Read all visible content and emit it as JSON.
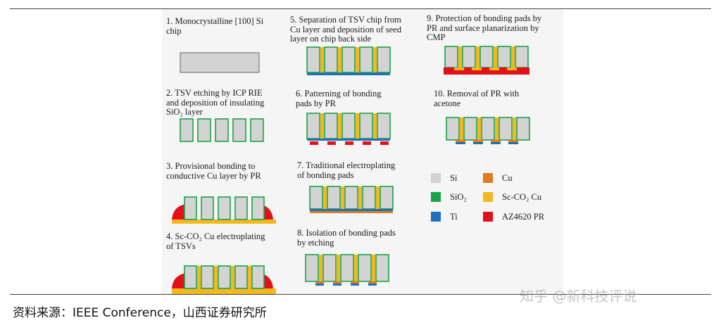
{
  "steps": [
    {
      "id": 1,
      "title": "1. Monocrystalline [100] Si\nchip",
      "shape": "raw"
    },
    {
      "id": 2,
      "title": "2. TSV etching by ICP RIE\nand deposition of insulating\nSiO₂ layer",
      "shape": "etched"
    },
    {
      "id": 3,
      "title": "3. Provisional bonding to\nconductive Cu layer by PR",
      "shape": "bonded"
    },
    {
      "id": 4,
      "title": "4. Sc-CO₂ Cu electroplating\nof TSVs",
      "shape": "filled"
    },
    {
      "id": 5,
      "title": "5. Separation of TSV chip from\nCu layer and deposition of seed\nlayer on chip back side",
      "shape": "seed"
    },
    {
      "id": 6,
      "title": "6. Patterning of bonding\npads by PR",
      "shape": "patterned"
    },
    {
      "id": 7,
      "title": "7. Traditional electroplating\nof bonding pads",
      "shape": "plated"
    },
    {
      "id": 8,
      "title": "8. Isolation of bonding pads\nby etching",
      "shape": "isolated"
    },
    {
      "id": 9,
      "title": "9. Protection of bonding pads by\nPR and surface planarization by\nCMP",
      "shape": "protected"
    },
    {
      "id": 10,
      "title": "10. Removal of PR with\nacetone",
      "shape": "final"
    }
  ],
  "legend": [
    {
      "label": "Si",
      "color": "#d3d3d3"
    },
    {
      "label": "Cu",
      "color": "#e07b1f"
    },
    {
      "label": "SiO₂",
      "color": "#1aa34a"
    },
    {
      "label": "Sc-CO₂ Cu",
      "color": "#f3b81b"
    },
    {
      "label": "Ti",
      "color": "#1f6fbf"
    },
    {
      "label": "AZ4620 PR",
      "color": "#e3101a"
    }
  ],
  "source": "资料来源：IEEE Conference，山西证券研究所",
  "watermark": "知乎 @新科技评说"
}
